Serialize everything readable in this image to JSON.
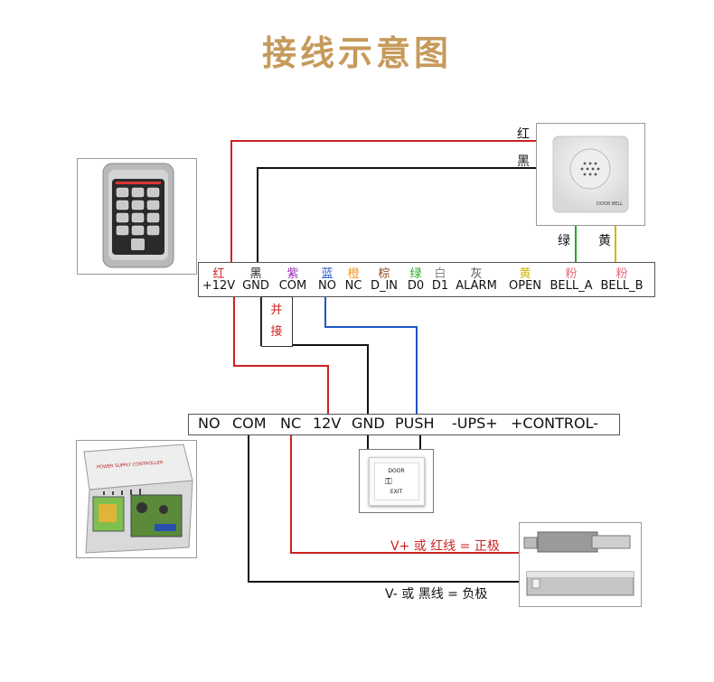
{
  "title": "接线示意图",
  "bell_wires": {
    "red": "红",
    "black": "黑",
    "green": "绿",
    "yellow": "黄"
  },
  "bell_brand": "DOOR BELL",
  "terminals": [
    {
      "color_label": "红",
      "label": "+12V",
      "color": "#cc2222"
    },
    {
      "color_label": "黑",
      "label": "GND",
      "color": "#222222"
    },
    {
      "color_label": "紫",
      "label": "COM",
      "color": "#9b2fb5"
    },
    {
      "color_label": "蓝",
      "label": "NO",
      "color": "#1f55c9"
    },
    {
      "color_label": "橙",
      "label": "NC",
      "color": "#f09a2a"
    },
    {
      "color_label": "棕",
      "label": "D_IN",
      "color": "#8a4a1f"
    },
    {
      "color_label": "绿",
      "label": "D0",
      "color": "#22aa22"
    },
    {
      "color_label": "白",
      "label": "D1",
      "color": "#888888"
    },
    {
      "color_label": "灰",
      "label": "ALARM",
      "color": "#555555"
    },
    {
      "color_label": "黄",
      "label": "OPEN",
      "color": "#d6b400"
    },
    {
      "color_label": "粉",
      "label": "BELL_A",
      "color": "#e56a7a"
    },
    {
      "color_label": "粉",
      "label": "BELL_B",
      "color": "#e56a7a"
    }
  ],
  "bridge_note": [
    "并",
    "接"
  ],
  "psu_labels": [
    "NO",
    "COM",
    "NC",
    "12V",
    "GND",
    "PUSH",
    "-UPS+",
    "+CONTROL-"
  ],
  "psu_photo_text": "POWER SUPPLY CONTROLLER",
  "exit_button": {
    "top": "DOOR",
    "bottom": "EXIT"
  },
  "lock_positive": "V+ 或 红线 = 正极",
  "lock_negative": "V- 或 黑线 = 负极",
  "colors": {
    "title": "#c69a5b",
    "red_wire": "#cc2222",
    "blue_wire": "#1f55c9",
    "black_wire": "#111111",
    "green_wire": "#22aa22",
    "yellow_wire": "#d6b400"
  }
}
